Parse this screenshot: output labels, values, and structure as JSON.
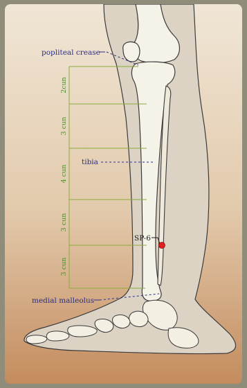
{
  "labels": {
    "popliteal_crease": "popliteal crease",
    "tibia": "tibia",
    "medial_malleolus": "medial malleolus",
    "point": "SP-6"
  },
  "segments": [
    {
      "text": "2cun"
    },
    {
      "text": "3 cun"
    },
    {
      "text": "4 cun"
    },
    {
      "text": "3 cun"
    },
    {
      "text": "3 cun"
    }
  ],
  "colors": {
    "background_top": "#efe3d2",
    "background_bottom": "#c9956a",
    "skin": "#dcd3c5",
    "bone": "#f5f2e7",
    "outline": "#3a3a3a",
    "guide_green": "#8aab3c",
    "label_blue": "#2a2f86",
    "point_red": "#e02020"
  }
}
